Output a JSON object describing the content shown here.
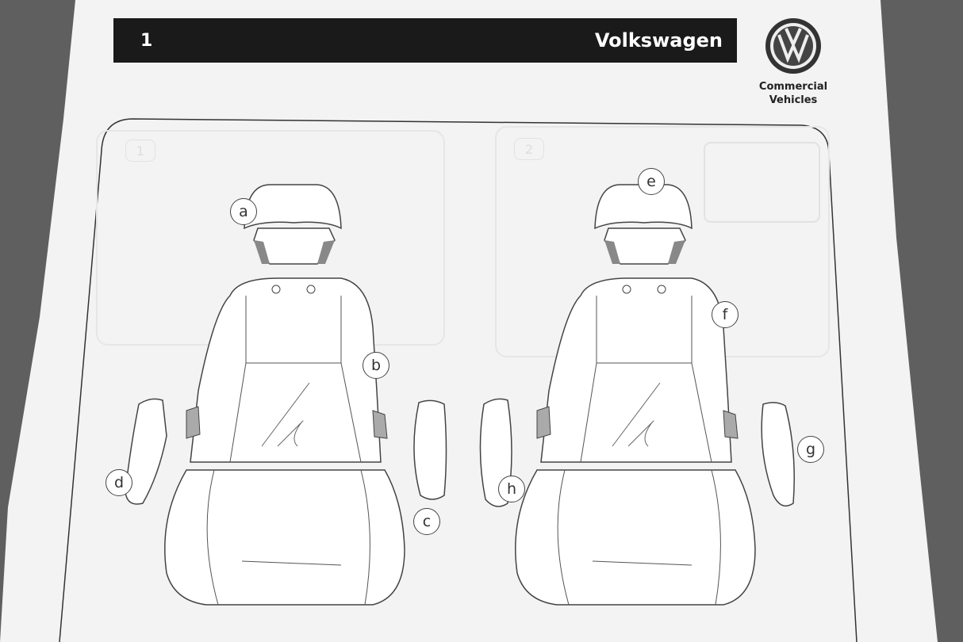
{
  "header": {
    "page_number": "1",
    "brand": "Volkswagen"
  },
  "logo": {
    "text_line1": "Commercial",
    "text_line2": "Vehicles",
    "icon": "vw-logo-icon"
  },
  "panels": [
    {
      "step": "1",
      "callouts": [
        "a",
        "b",
        "c",
        "d"
      ]
    },
    {
      "step": "2",
      "callouts": [
        "e",
        "f",
        "g",
        "h"
      ]
    }
  ],
  "colors": {
    "paper": "#f4f4f4",
    "background": "#5f5f5f",
    "bar": "#1a1a1a"
  }
}
